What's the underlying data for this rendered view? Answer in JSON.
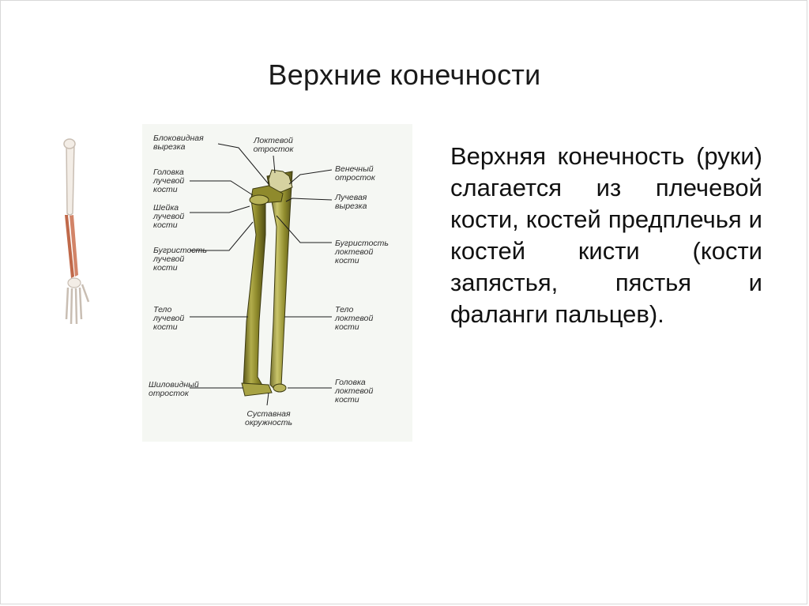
{
  "slide": {
    "title": "Верхние конечности",
    "body": "Верхняя конечность (руки) слагается из плечевой кости, костей предплечья и костей кисти (кости запястья, пястья и фаланги пальцев)."
  },
  "figure": {
    "labels": {
      "trochlear_notch": "Блоковидная\nвырезка",
      "olecranon": "Локтевой\nотросток",
      "coronoid": "Венечный\nотросток",
      "radial_head": "Головка\nлучевой\nкости",
      "radial_notch": "Лучевая\nвырезка",
      "radial_neck": "Шейка\nлучевой\nкости",
      "ulnar_tuberosity": "Бугристость\nлоктевой\nкости",
      "radial_tuberosity": "Бугристость\nлучевой\nкости",
      "radial_body": "Тело\nлучевой\nкости",
      "ulnar_body": "Тело\nлоктевой\nкости",
      "styloid": "Шиловидный\nотросток",
      "ulnar_head": "Головка\nлоктевой\nкости",
      "articular_circumference": "Суставная\nокружность"
    },
    "colors": {
      "bone_fill": "#8f8a2c",
      "bone_highlight": "#c9c46a",
      "bone_shadow": "#4f4c15",
      "skeleton_highlight": "#c0694a"
    }
  }
}
